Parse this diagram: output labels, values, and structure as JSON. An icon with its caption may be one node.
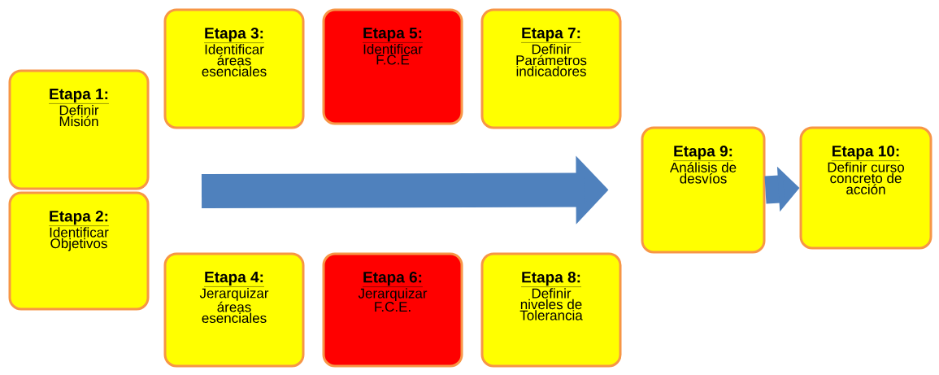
{
  "diagram": {
    "nodes": [
      {
        "text": [
          "Etapa 1:",
          "Definir Misión"
        ]
      },
      {
        "text": [
          "Etapa 2:",
          "Identificar Objetivos"
        ]
      },
      {
        "text": [
          "Etapa 3:",
          "Identificar áreas esenciales"
        ]
      },
      {
        "text": [
          "Etapa 4:",
          "Jerarquizar áreas esenciales"
        ]
      },
      {
        "text": [
          "Etapa 5:",
          "Identificar F.C.E"
        ]
      },
      {
        "text": [
          "Etapa 6:",
          "Jerarquizar F.C.E."
        ]
      },
      {
        "text": [
          "Etapa 7:",
          "Definir Parámetros indicadores"
        ]
      },
      {
        "text": [
          "Etapa 8:",
          "Definir niveles de Tolerancia"
        ]
      },
      {
        "text": [
          "Etapa 9:",
          "Análisis de desvíos"
        ]
      },
      {
        "text": [
          "Etapa 10:",
          "Definir curso concreto de acción"
        ]
      }
    ],
    "edges": [
      {
        "from": null,
        "to": 8,
        "arrow": "to"
      },
      {
        "from": 8,
        "to": 9,
        "arrow": "to"
      }
    ]
  }
}
